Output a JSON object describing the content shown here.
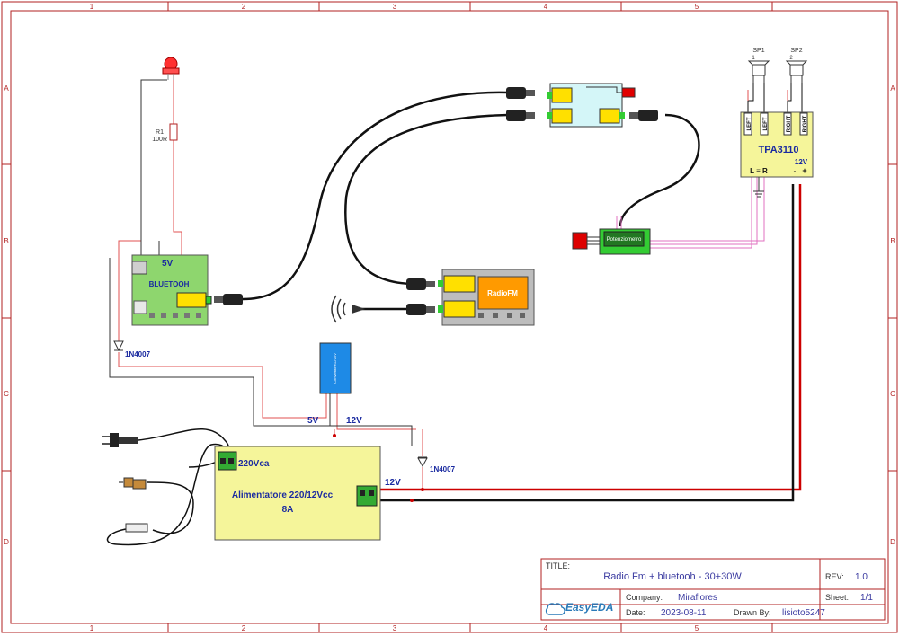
{
  "frame": {
    "col_labels": [
      "1",
      "2",
      "3",
      "4",
      "5"
    ],
    "row_labels": [
      "A",
      "B",
      "C",
      "D"
    ]
  },
  "components": {
    "r1_ref": "R1",
    "r1_value": "100R",
    "bluetooth_label": "BLUETOOH",
    "bluetooth_5v": "5V",
    "diode_1": "1N4007",
    "diode_2": "1N4007",
    "converter_label": "Convertitore12V5V",
    "conv_5v": "5V",
    "conv_12v": "12V",
    "radiofm_label": "RadioFM",
    "potenziometro_label": "Potenziometro",
    "amp_label": "TPA3110",
    "amp_left_1": "LEFT",
    "amp_left_2": "LEFT",
    "amp_right_1": "RIGHT",
    "amp_right_2": "RIGHT",
    "amp_12v": "12V",
    "amp_lgr": "L  ≡  R",
    "amp_minus": "-",
    "amp_plus": "+",
    "sp1_ref": "SP1",
    "sp2_ref": "SP2",
    "sp_pin_1": "1",
    "sp_pin_2": "2",
    "psu_220": "220Vca",
    "psu_title_1": "Alimentatore 220/12Vcc",
    "psu_title_2": "8A",
    "psu_12v": "12V"
  },
  "colors": {
    "frame": "#b22222",
    "red_wire": "#e05050",
    "power_red": "#cc0000",
    "black_wire": "#111111",
    "pink_wire": "#e070c0",
    "label_blue": "#1a2aa0",
    "module_green": "#8ed66e",
    "module_yellow": "#f5f59a",
    "yellow_block": "#ffe000",
    "radio_gray": "#bdbdbd",
    "radio_orange": "#ff9a00",
    "converter_blue": "#1e8ae6",
    "switch_cyan": "#d4f6f8"
  },
  "title_block": {
    "title_label": "TITLE:",
    "title": "Radio Fm + bluetooh - 30+30W",
    "rev_label": "REV:",
    "rev": "1.0",
    "logo": "EasyEDA",
    "company_label": "Company:",
    "company": "Miraflores",
    "sheet_label": "Sheet:",
    "sheet": "1/1",
    "date_label": "Date:",
    "date": "2023-08-11",
    "drawn_label": "Drawn By:",
    "drawn_by": "lisioto5247"
  }
}
